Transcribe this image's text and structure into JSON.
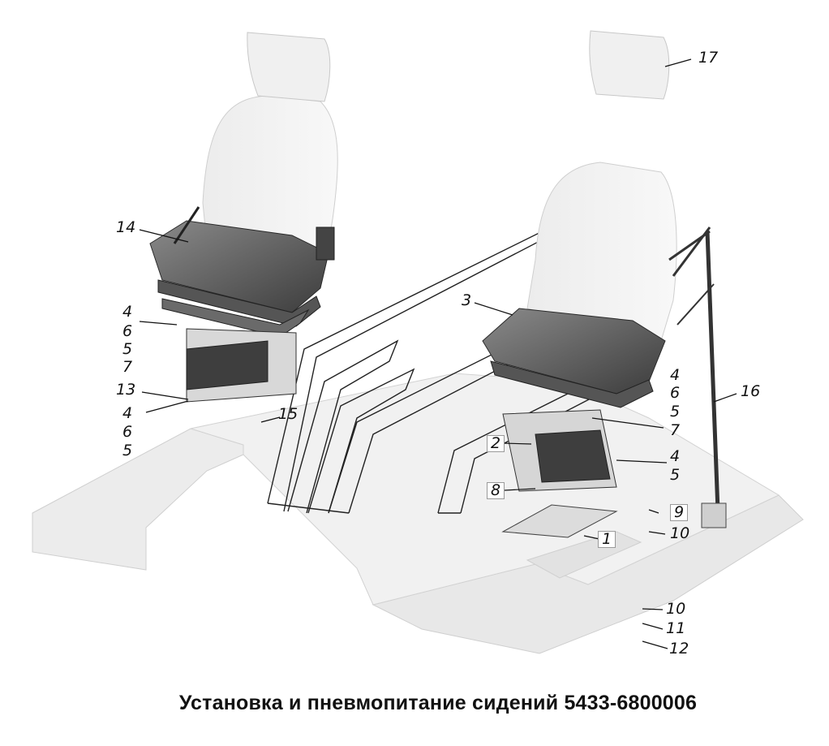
{
  "title": "Установка и пневмопитание сидений 5433-6800006",
  "callouts": {
    "c1": "1",
    "c2": "2",
    "c3": "3",
    "c4a": "4",
    "c4b": "4",
    "c4c": "4",
    "c4d": "4",
    "c5a": "5",
    "c5b": "5",
    "c5c": "5",
    "c5d": "5",
    "c6a": "6",
    "c6b": "6",
    "c6c": "6",
    "c7a": "7",
    "c7b": "7",
    "c8": "8",
    "c9": "9",
    "c10a": "10",
    "c10b": "10",
    "c11": "11",
    "c12": "12",
    "c13": "13",
    "c14": "14",
    "c15": "15",
    "c16": "16",
    "c17": "17"
  }
}
